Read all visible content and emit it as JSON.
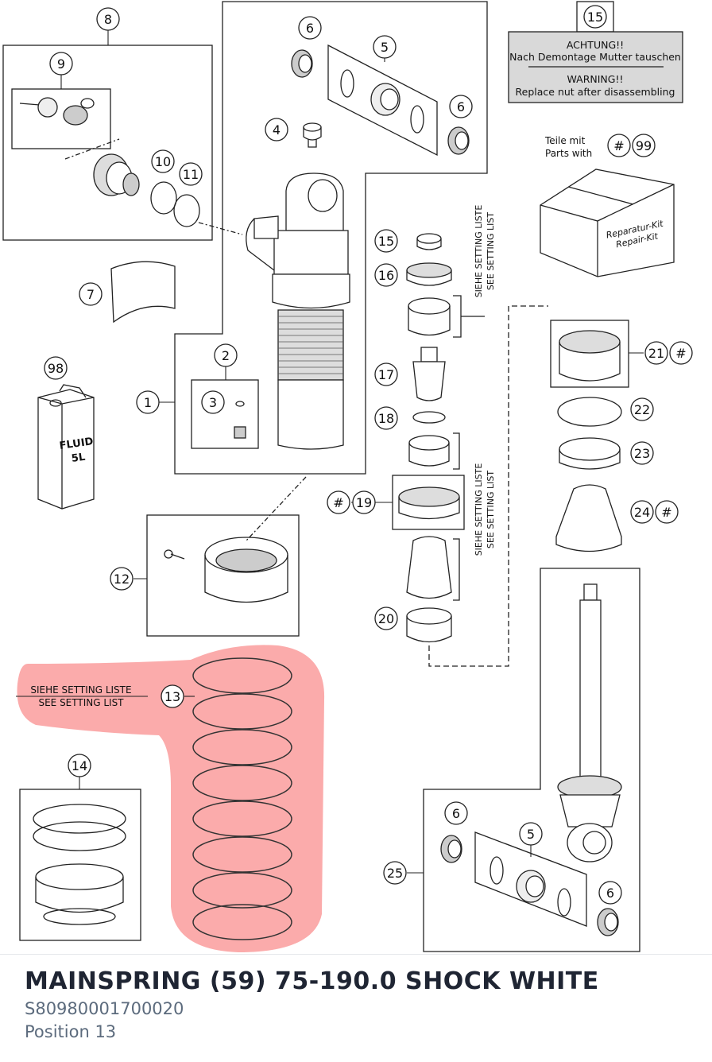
{
  "diagram": {
    "callouts": [
      "1",
      "2",
      "3",
      "4",
      "5",
      "6",
      "7",
      "8",
      "9",
      "10",
      "11",
      "12",
      "13",
      "14",
      "15",
      "16",
      "17",
      "18",
      "19",
      "20",
      "21",
      "22",
      "23",
      "24",
      "25",
      "98",
      "99"
    ],
    "hash": "#",
    "warning_de_title": "ACHTUNG!!",
    "warning_de_text": "Nach Demontage Mutter tauschen",
    "warning_en_title": "WARNING!!",
    "warning_en_text": "Replace nut after disassembling",
    "parts_with_de": "Teile mit",
    "parts_with_en": "Parts with",
    "repair_kit_de": "Reparatur-Kit",
    "repair_kit_en": "Repair-Kit",
    "setting_list_de": "SIEHE SETTING LISTE",
    "setting_list_en": "SEE SETTING LIST",
    "fluid_label": "FLUID",
    "fluid_volume": "5L",
    "highlight_color": "#f98f8f"
  },
  "part": {
    "name": "MAINSPRING (59) 75-190.0 SHOCK WHITE",
    "number": "S80980001700020",
    "position": "Position 13"
  }
}
